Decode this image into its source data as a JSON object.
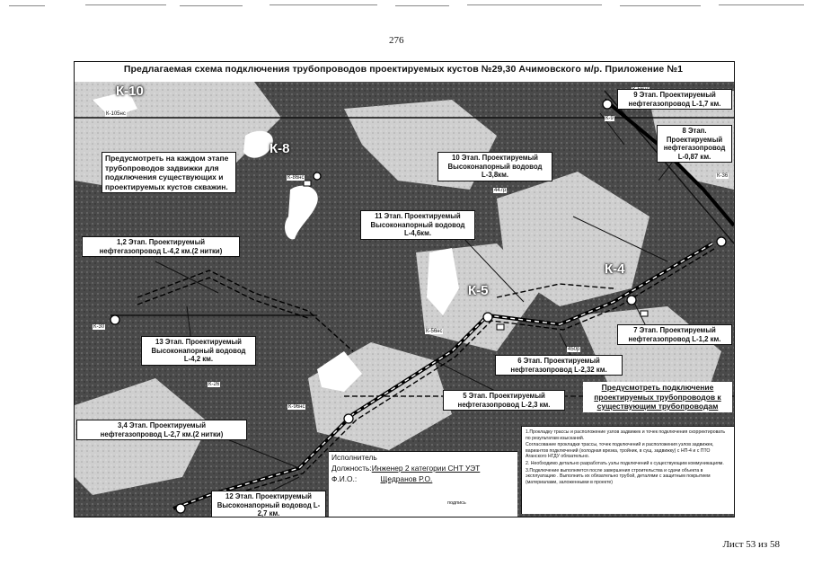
{
  "page": {
    "number": "276",
    "sheet": "Лист 53 из 58"
  },
  "map": {
    "title": "Предлагаемая схема подключения трубопроводов проектируемых кустов №29,30 Ачимовского м/р.   Приложение №1",
    "stages": {
      "s9": [
        "9 Этап. Проектируемый",
        "нефтегазопровод L-1,7 км."
      ],
      "s8": [
        "8 Этап.",
        "Проектируемый",
        "нефтегазопровод",
        "L-0,87 км."
      ],
      "s10": [
        "10 Этап. Проектируемый",
        "Высоконапорный водовод",
        "L-3,8км."
      ],
      "s11": [
        "11 Этап. Проектируемый",
        "Высоконапорный водовод",
        "L-4,6км."
      ],
      "s12": [
        "1,2 Этап. Проектируемый",
        "нефтегазопровод L-4,2 км.(2 нитки)"
      ],
      "s13": [
        "13 Этап. Проектируемый",
        "Высоконапорный водовод",
        "L-4,2 км."
      ],
      "s7": [
        "7 Этап. Проектируемый",
        "нефтегазопровод L-1,2 км."
      ],
      "s6": [
        "6 Этап. Проектируемый",
        "нефтегазопровод L-2,32 км."
      ],
      "s5": [
        "5 Этап. Проектируемый",
        "нефтегазопровод L-2,3 км."
      ],
      "s34": [
        "3,4 Этап. Проектируемый",
        "нефтегазопровод L-2,7 км.(2 нитки)"
      ],
      "s12b": [
        "12 Этап. Проектируемый",
        "Высоконапорный водовод L-",
        "2,7 км."
      ]
    },
    "note_valves": [
      "Предусмотреть на каждом этапе",
      "трубопроводов задвижки для",
      "подключения существующих и",
      "проектируемых кустов скважин."
    ],
    "note_connect": [
      "Предусмотреть подключение",
      "проектируемых трубопроводов к",
      "существующим трубопроводам"
    ],
    "clusters": {
      "k10": "К-10",
      "k8": "К-8",
      "k5": "К-5",
      "k4": "К-4"
    },
    "small_labels": {
      "k105": "К-105нс",
      "k56n": "К-56нс",
      "k36": "К-36",
      "k56": "К-56нс",
      "k56e": "К-56н",
      "k30": "К-30",
      "k26": "К-26",
      "k96": "К-96нс",
      "k86": "К-86нс",
      "p447": "447р",
      "p450": "450р",
      "k9": "К-9"
    },
    "notes": [
      "1.Прокладку трассы и расположение узлов задвижек и точек подключения скорректировать по результатам изысканий.",
      "Согласование прокладки трассы, точек подключений и расположения узлов задвижек, вариантов подключений (холодная врезка, тройник, в сущ. задвижку) с НП-4 и с ПТО Аганского НГДУ обязательно.",
      "2. Необходимо детально разработать узлы подключений к существующим коммуникациям.",
      "3.Подключение выполняется после завершения строительства и сдачи объекта в эксплуатацию . Выполнить их обязательно трубой, деталями с защитным покрытием (материалами, заложенными в проекте)"
    ],
    "executor": {
      "heading": "Исполнитель",
      "position_label": "Должность:",
      "position_value": "Инженер 2 категории СНТ УЭТ",
      "name_label": "Ф.И.О.:",
      "name_value": "Щедранов Р.О.",
      "signature_caption": "подпись"
    }
  },
  "colors": {
    "terrain_dark": "#3a3a3a",
    "terrain_light": "#d9d9d9",
    "pipeline": "#000000",
    "label_bg": "#ffffff"
  }
}
